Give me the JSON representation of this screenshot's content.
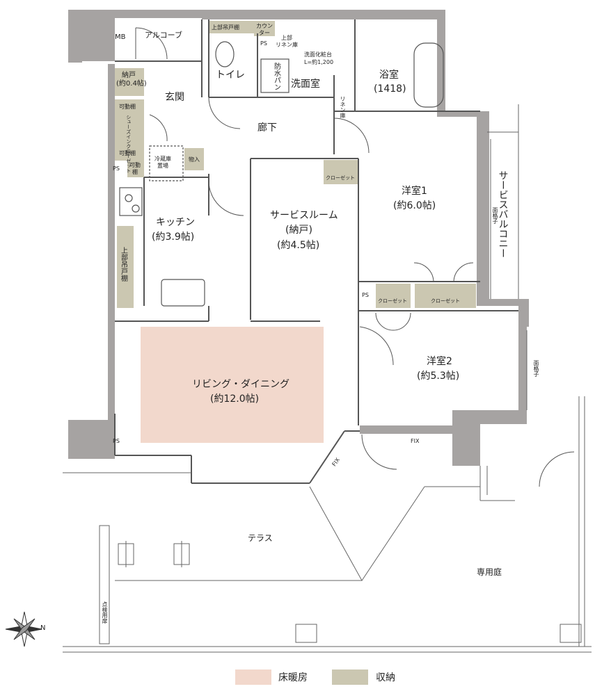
{
  "plan": {
    "rooms": {
      "mb": "MB",
      "alcove": "アルコーブ",
      "upper_cabinet": "上部吊戸棚",
      "counter": "カウン\nター",
      "ps_top": "PS",
      "upper_linen": "上部\nリネン庫",
      "washstand": "洗面化粧台",
      "washstand_size": "L=約1,200",
      "bath": "浴室",
      "bath_size": "(1418)",
      "toilet": "トイレ",
      "waterproof_pan": "防水パン",
      "washroom": "洗面室",
      "linen": "リネン庫",
      "nando": "納戸",
      "nando_size": "(約0.4帖)",
      "entrance": "玄関",
      "movable_shelf_1": "可動棚",
      "shoes_closet": "シューズインクローゼット",
      "movable_shelf_2": "可動棚",
      "corridor": "廊下",
      "ps_mid": "PS",
      "movable_shelf_3": "可動\n棚",
      "fridge": "冷蔵庫\n置場",
      "storage": "物入",
      "closet_service": "クローゼット",
      "western1": "洋室1",
      "western1_size": "(約6.0帖)",
      "service_room": "サービスルーム",
      "service_room_sub": "(納戸)",
      "service_room_size": "(約4.5帖)",
      "kitchen": "キッチン",
      "kitchen_size": "(約3.9帖)",
      "upper_cabinet_kitchen": "上部吊戸棚",
      "service_balcony": "サービスバルコニー",
      "lattice_1": "面格子",
      "ps_right": "PS",
      "closet_w1a": "クローゼット",
      "closet_w1b": "クローゼット",
      "living": "リビング・ダイニング",
      "living_size": "(約12.0帖)",
      "western2": "洋室2",
      "western2_size": "(約5.3帖)",
      "lattice_2": "面格子",
      "ps_bottom": "PS",
      "fix1": "FIX",
      "fix2": "FIX",
      "terrace": "テラス",
      "garden": "専用庭",
      "inspection": "点検用扉",
      "compass": "N"
    },
    "colors": {
      "wall": "#a6a3a2",
      "heating": "#f2d8cc",
      "storage": "#cbc7b1",
      "line": "#555555"
    }
  },
  "legend": {
    "heating_label": "床暖房",
    "storage_label": "収納"
  }
}
